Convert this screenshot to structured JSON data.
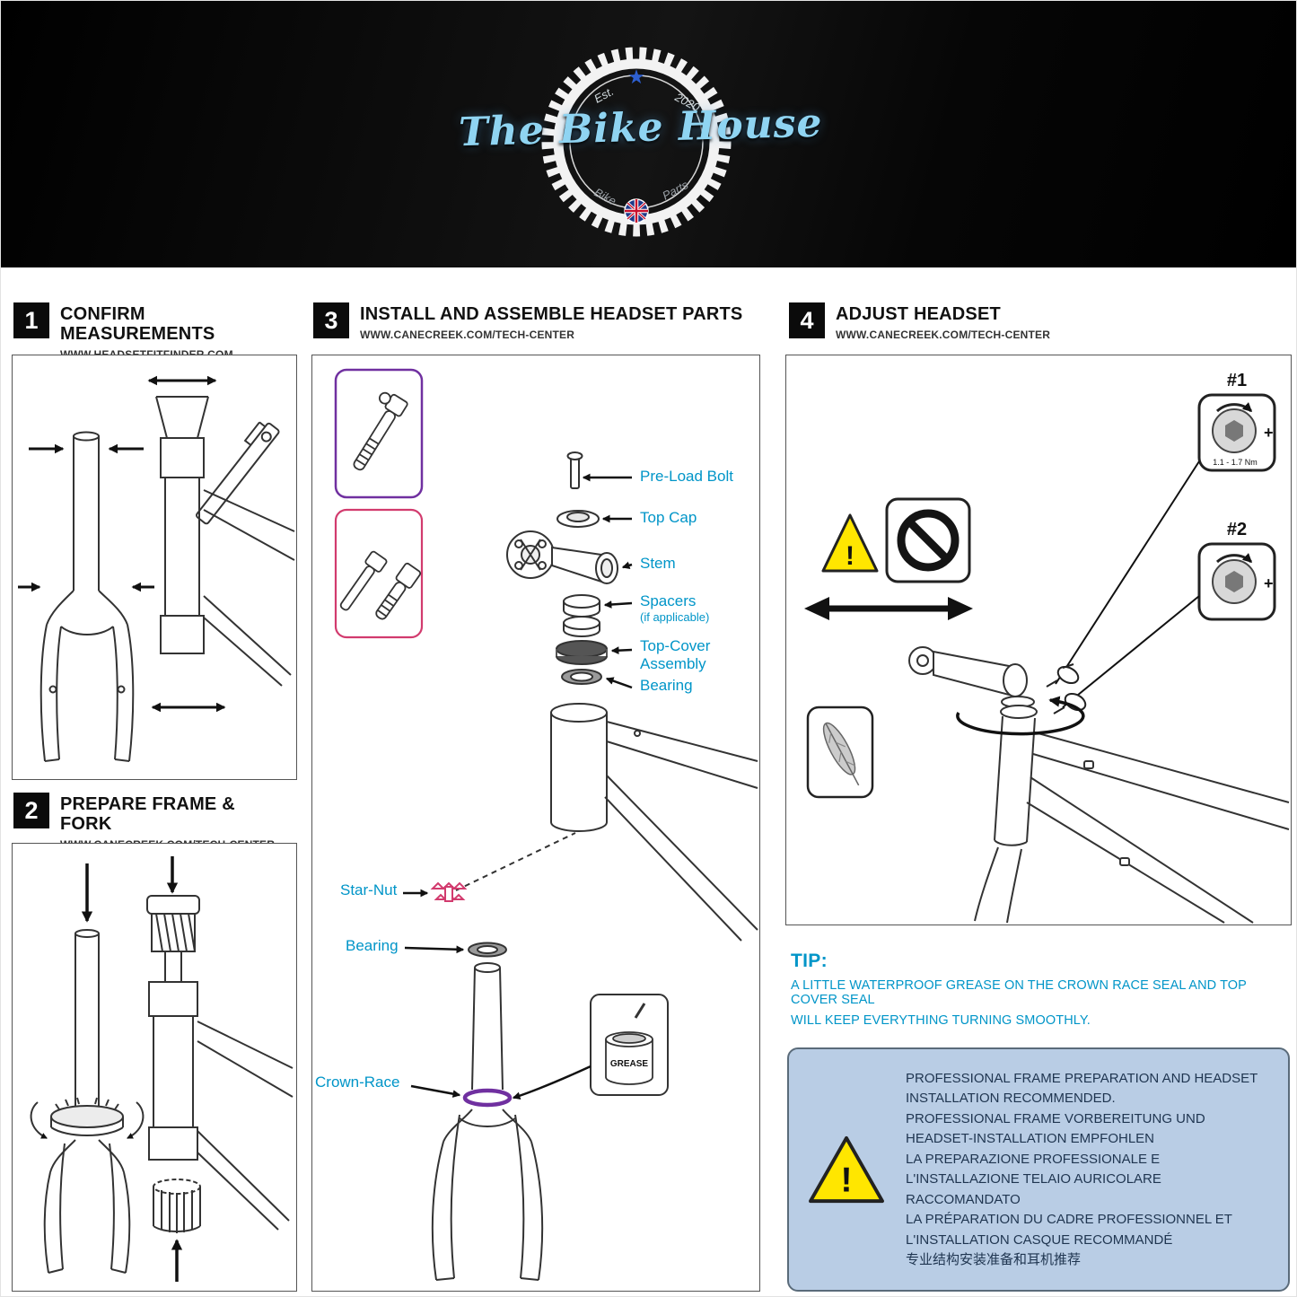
{
  "banner": {
    "title": "The Bike House",
    "est": "Est.",
    "year": "2020",
    "bike": "Bike",
    "parts": "Parts",
    "star": "★"
  },
  "steps": {
    "s1": {
      "num": "1",
      "title": "CONFIRM MEASUREMENTS",
      "url": "WWW.HEADSETFITFINDER.COM"
    },
    "s2": {
      "num": "2",
      "title": "PREPARE FRAME & FORK",
      "url": "WWW.CANECREEK.COM/TECH-CENTER"
    },
    "s3": {
      "num": "3",
      "title": "INSTALL AND ASSEMBLE HEADSET PARTS",
      "url": "WWW.CANECREEK.COM/TECH-CENTER"
    },
    "s4": {
      "num": "4",
      "title": "ADJUST HEADSET",
      "url": "WWW.CANECREEK.COM/TECH-CENTER"
    }
  },
  "step3": {
    "labels": {
      "pre_load_bolt": "Pre-Load Bolt",
      "top_cap": "Top Cap",
      "stem": "Stem",
      "spacers": "Spacers",
      "spacers_note": "(if applicable)",
      "top_cover_1": "Top-Cover",
      "top_cover_2": "Assembly",
      "bearing_upper": "Bearing",
      "star_nut": "Star-Nut",
      "bearing_lower": "Bearing",
      "crown_race": "Crown-Race",
      "grease": "GREASE"
    }
  },
  "step4": {
    "tool1_label": "#1",
    "tool1_torque": "1.1 - 1.7 Nm",
    "tool2_label": "#2",
    "plus": "+",
    "exclamation": "!"
  },
  "tip": {
    "heading": "TIP:",
    "body_line1": "A LITTLE WATERPROOF GREASE ON THE CROWN RACE SEAL AND TOP COVER SEAL",
    "body_line2": "WILL KEEP EVERYTHING TURNING SMOOTHLY."
  },
  "notice": {
    "exclamation": "!",
    "lines": [
      "PROFESSIONAL FRAME PREPARATION AND HEADSET INSTALLATION RECOMMENDED.",
      "PROFESSIONAL FRAME VORBEREITUNG UND HEADSET-INSTALLATION EMPFOHLEN",
      "LA PREPARAZIONE PROFESSIONALE E L'INSTALLAZIONE TELAIO AURICOLARE RACCOMANDATO",
      "LA PRÉPARATION DU CADRE PROFESSIONNEL ET L'INSTALLATION CASQUE RECOMMANDÉ",
      "专业结构安装准备和耳机推荐"
    ]
  },
  "colors": {
    "label_cyan": "#0095c8",
    "purple": "#7030a0",
    "pink": "#d23b6e",
    "warning_yellow": "#ffe600",
    "notice_bg": "#b9cde5",
    "banner_text": "#8fd4f2"
  }
}
